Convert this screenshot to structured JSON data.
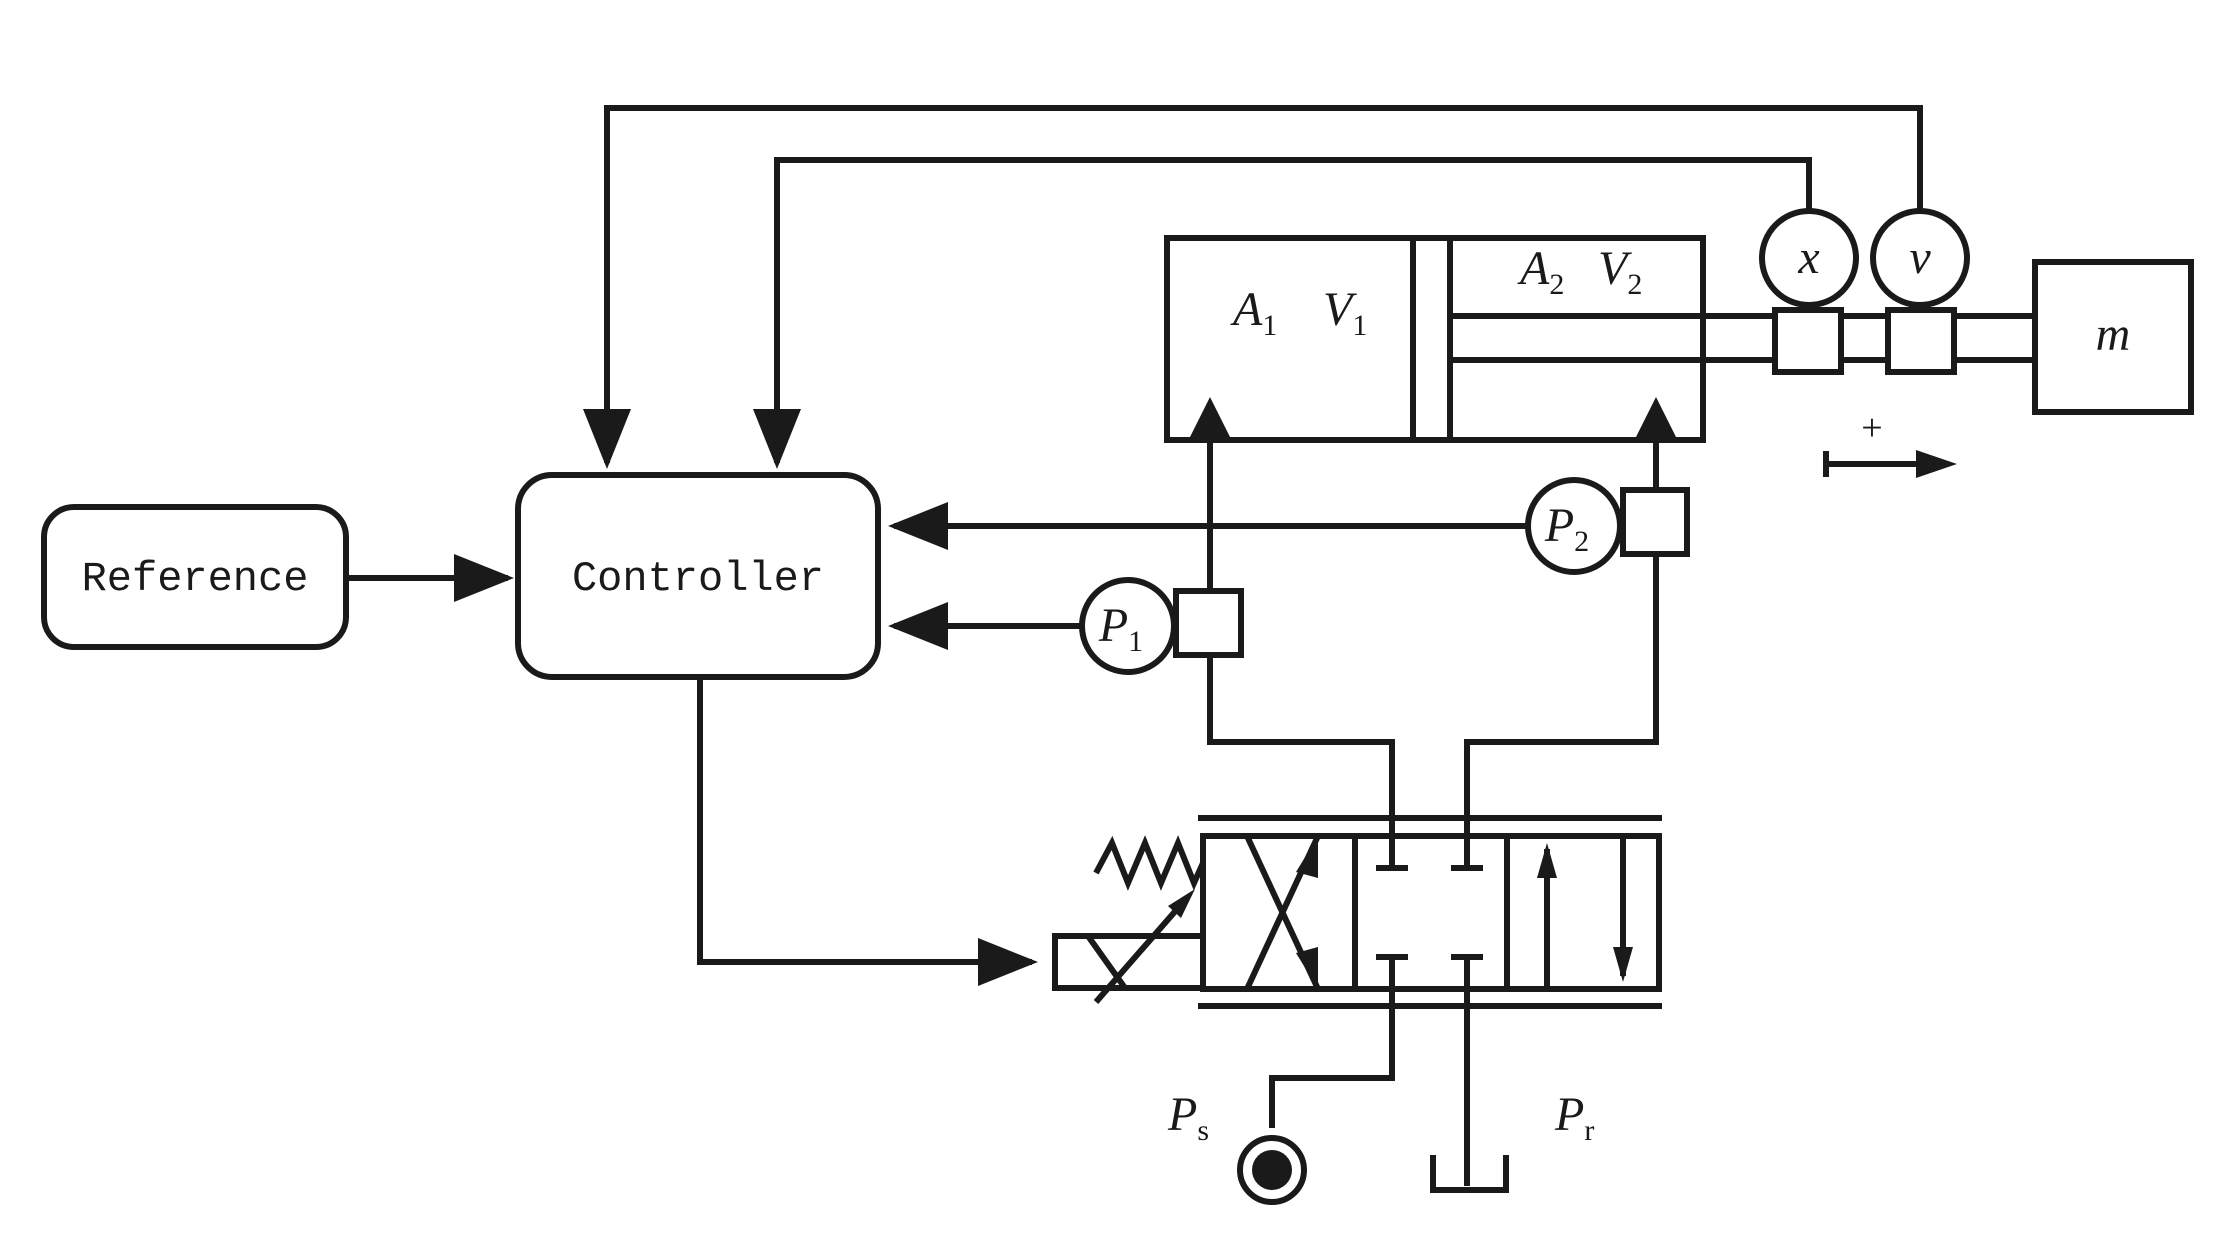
{
  "blocks": {
    "reference": "Reference",
    "controller": "Controller"
  },
  "symbols": {
    "area1": {
      "main": "A",
      "sub": "1"
    },
    "volume1": {
      "main": "V",
      "sub": "1"
    },
    "area2": {
      "main": "A",
      "sub": "2"
    },
    "volume2": {
      "main": "V",
      "sub": "2"
    },
    "position_sensor": "x",
    "velocity_sensor": "v",
    "mass": "m",
    "pressure1": {
      "main": "P",
      "sub": "1"
    },
    "pressure2": {
      "main": "P",
      "sub": "2"
    },
    "supply_pressure": {
      "main": "P",
      "sub": "s"
    },
    "return_pressure": {
      "main": "P",
      "sub": "r"
    }
  },
  "direction_label": "+"
}
